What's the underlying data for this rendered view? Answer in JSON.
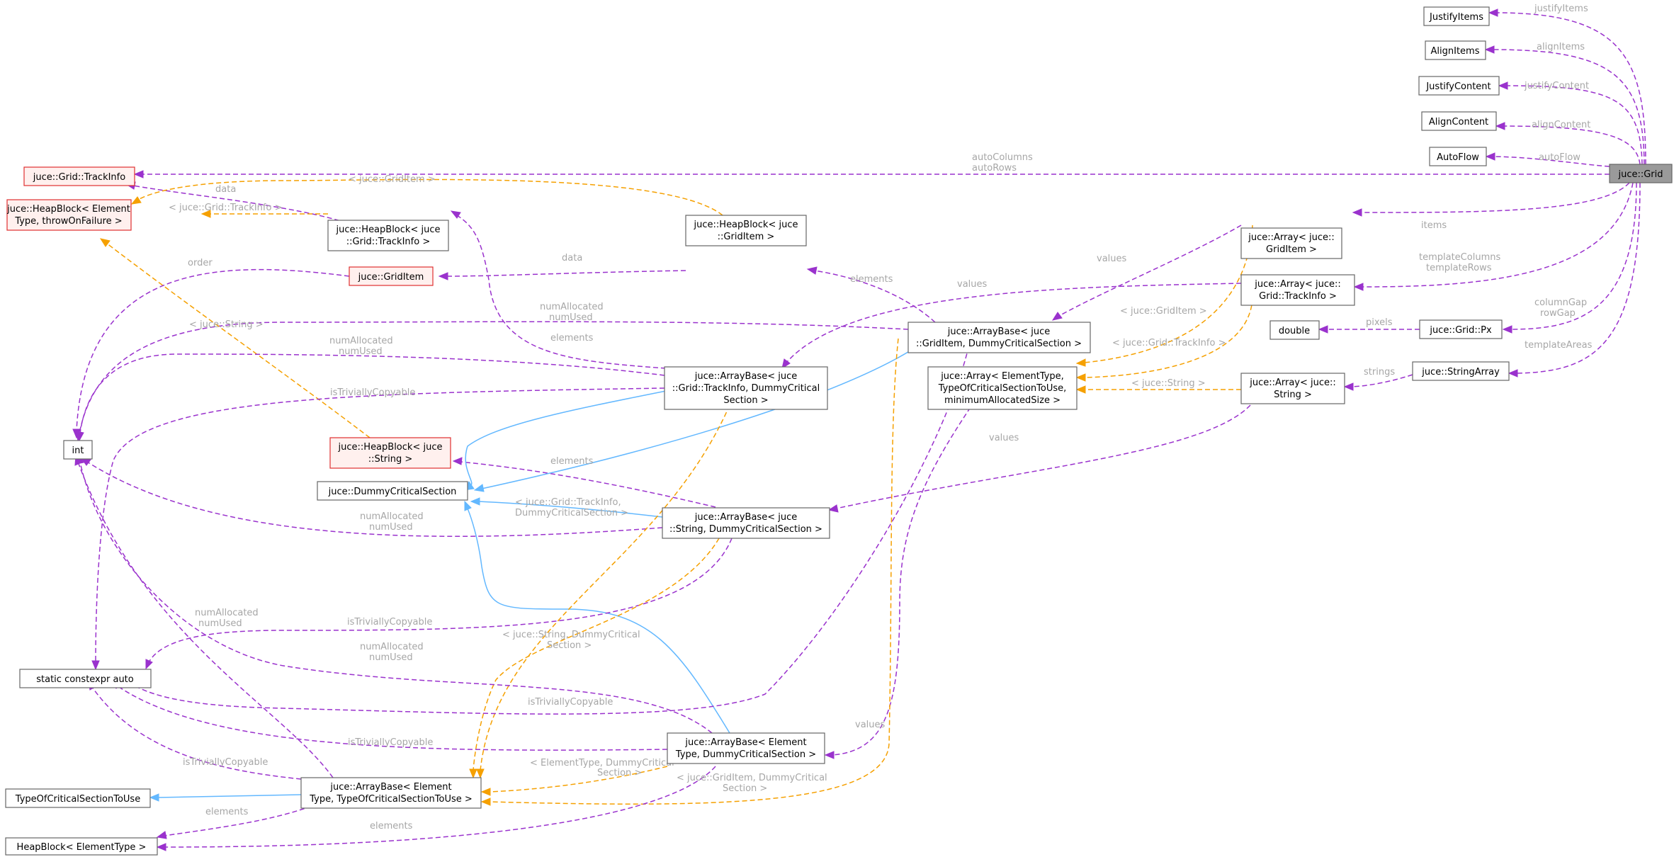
{
  "nodes": {
    "grid": "juce::Grid",
    "justifyItems": "JustifyItems",
    "alignItems": "AlignItems",
    "justifyContent": "JustifyContent",
    "alignContent": "AlignContent",
    "autoFlow": "AutoFlow",
    "trackInfo": "juce::Grid::TrackInfo",
    "heapBlockElem": [
      "juce::HeapBlock< Element",
      "Type, throwOnFailure >"
    ],
    "heapBlockTrack": [
      "juce::HeapBlock< juce",
      "::Grid::TrackInfo >"
    ],
    "heapBlockGridItem": [
      "juce::HeapBlock< juce",
      "::GridItem >"
    ],
    "gridItem": "juce::GridItem",
    "intType": "int",
    "arrayGridItem": [
      "juce::Array< juce::",
      "GridItem >"
    ],
    "arrayTrackInfo": [
      "juce::Array< juce::",
      "Grid::TrackInfo >"
    ],
    "doubleType": "double",
    "gridPx": "juce::Grid::Px",
    "stringArray": "juce::StringArray",
    "arrayBaseGridItem": [
      "juce::ArrayBase< juce",
      "::GridItem, DummyCriticalSection >"
    ],
    "arrayGeneric": [
      "juce::Array< ElementType,",
      "TypeOfCriticalSectionToUse,",
      "minimumAllocatedSize >"
    ],
    "arrayString": [
      "juce::Array< juce::",
      "String >"
    ],
    "arrayBaseTrackInfo": [
      "juce::ArrayBase< juce",
      "::Grid::TrackInfo, DummyCritical",
      "Section >"
    ],
    "heapBlockString": [
      "juce::HeapBlock< juce",
      "::String >"
    ],
    "dummyCS": "juce::DummyCriticalSection",
    "arrayBaseString": [
      "juce::ArrayBase< juce",
      "::String, DummyCriticalSection >"
    ],
    "staticAuto": "static constexpr auto",
    "arrayBaseElemDummy": [
      "juce::ArrayBase< Element",
      "Type, DummyCriticalSection >"
    ],
    "typeOfCS": "TypeOfCriticalSectionToUse",
    "arrayBaseElemType": [
      "juce::ArrayBase< Element",
      "Type, TypeOfCriticalSectionToUse >"
    ],
    "heapBlockElemType": "HeapBlock< ElementType >"
  },
  "edge_labels": {
    "justifyItems": "justifyItems",
    "alignItems": "alignItems",
    "justifyContent": "justifyContent",
    "alignContent": "alignContent",
    "autoFlow": "autoFlow",
    "autoColumnsRows": [
      "autoColumns",
      "autoRows"
    ],
    "items": "items",
    "templateColumnsRows": [
      "templateColumns",
      "templateRows"
    ],
    "columnRowGap": [
      "columnGap",
      "rowGap"
    ],
    "templateAreas": "templateAreas",
    "pixels": "pixels",
    "strings": "strings",
    "dataTrack": "data",
    "tmplGridItemTop": "< juce::GridItem >",
    "tmplTrackInfoLeft": "< juce::Grid::TrackInfo >",
    "order": "order",
    "dataGridItem": "data",
    "elementsHeapGridItem": "elements",
    "valuesArrayGridItem": "values",
    "valuesArrayTrackInfo": "values",
    "numAllocTop": [
      "numAllocated",
      "numUsed"
    ],
    "tmplStringLeft": "< juce::String >",
    "numAllocMid": [
      "numAllocated",
      "numUsed"
    ],
    "elementsTrack": "elements",
    "tmplGridItemArr": "< juce::GridItem >",
    "tmplTrackInfoArr": "< juce::Grid::TrackInfo >",
    "tmplStringArr": "< juce::String >",
    "isTrivTrack": "isTriviallyCopyable",
    "valuesString": "values",
    "elementsString": "elements",
    "tmplTrackDummy": [
      "< juce::Grid::TrackInfo,",
      "DummyCriticalSection >"
    ],
    "numAllocString": [
      "numAllocated",
      "numUsed"
    ],
    "isTrivString": "isTriviallyCopyable",
    "tmplStringDummy": [
      "< juce::String, DummyCritical",
      "Section >"
    ],
    "numAllocElemType": [
      "numAllocated",
      "numUsed"
    ],
    "numAllocDummy": [
      "numAllocated",
      "numUsed"
    ],
    "isTrivGridItem": "isTriviallyCopyable",
    "isTrivDummy": "isTriviallyCopyable",
    "isTrivElemType": "isTriviallyCopyable",
    "valuesGeneric": "values",
    "tmplElemDummy": [
      "< ElementType, DummyCritical",
      "Section >"
    ],
    "tmplGridItemDummy": [
      "< juce::GridItem, DummyCritical",
      "Section >"
    ],
    "elementsElemType1": "elements",
    "elementsElemType2": "elements"
  },
  "colors": {
    "member_edge": "#9a32cd",
    "template_edge": "#f5a000",
    "inherit_edge": "#63b8ff",
    "red_border": "#e03030",
    "root_fill": "#9a9a9a",
    "label_text": "#a6a6a6"
  }
}
